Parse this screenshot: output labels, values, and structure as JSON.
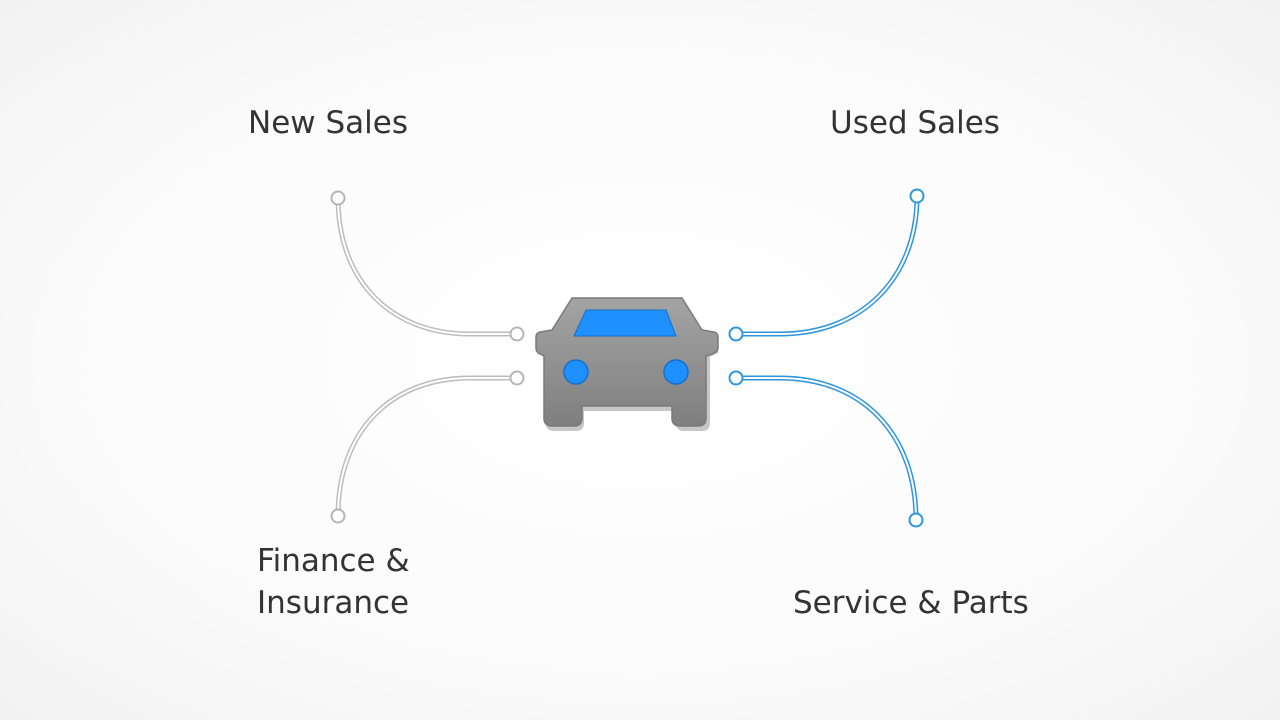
{
  "labels": {
    "new_sales": "New Sales",
    "used_sales": "Used Sales",
    "finance_line1": "Finance &",
    "finance_line2": "Insurance",
    "service_parts": "Service & Parts"
  },
  "center_icon": "car-icon",
  "colors": {
    "left_connectors": "#bdbdbd",
    "right_connectors": "#2f95dc",
    "car_body": "#8e8e8e",
    "car_accent": "#1e90ff",
    "text": "#333333"
  }
}
